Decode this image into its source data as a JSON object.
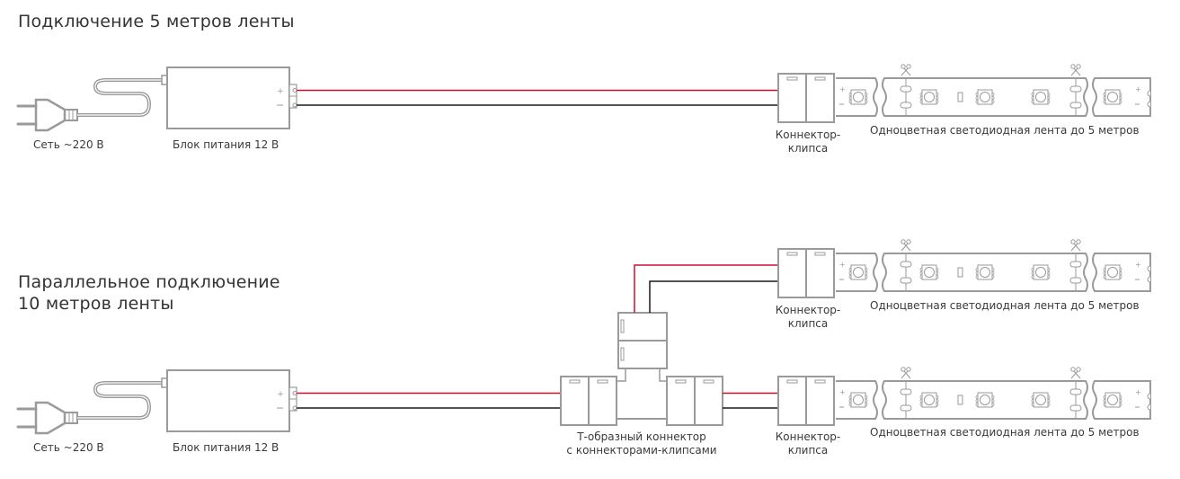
{
  "diagram": {
    "colors": {
      "outline": "#9a9a9a",
      "positive_wire": "#c8102e",
      "negative_wire": "#1a1a1a",
      "text": "#3a3a3a"
    },
    "section1": {
      "title": "Подключение 5 метров ленты",
      "labels": {
        "mains": "Сеть ~220 В",
        "psu": "Блок питания 12 В",
        "connector_line1": "Коннектор-",
        "connector_line2": "клипса",
        "strip": "Одноцветная светодиодная лента до 5 метров",
        "plus": "+",
        "minus": "−"
      }
    },
    "section2": {
      "title_line1": "Параллельное подключение",
      "title_line2": "10 метров ленты",
      "labels": {
        "mains": "Сеть ~220 В",
        "psu": "Блок питания 12 В",
        "t_connector_line1": "Т-образный коннектор",
        "t_connector_line2": "с коннекторами-клипсами",
        "connector_top_line1": "Коннектор-",
        "connector_top_line2": "клипса",
        "connector_bottom_line1": "Коннектор-",
        "connector_bottom_line2": "клипса",
        "strip_top": "Одноцветная светодиодная лента до 5 метров",
        "strip_bottom": "Одноцветная светодиодная лента до 5 метров",
        "plus": "+",
        "minus": "−"
      }
    }
  }
}
